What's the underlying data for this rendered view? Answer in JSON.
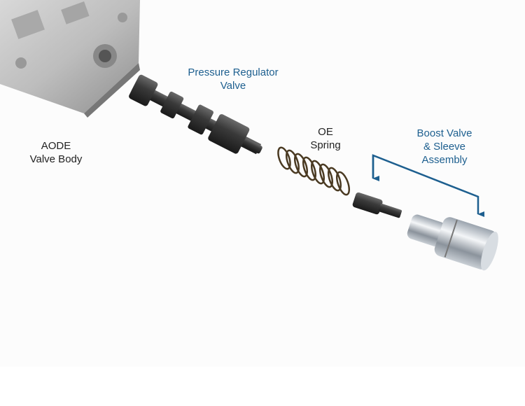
{
  "labels": {
    "valve_body": [
      "AODE",
      "Valve Body"
    ],
    "pressure_regulator": [
      "Pressure Regulator",
      "Valve"
    ],
    "spring": [
      "OE",
      "Spring"
    ],
    "boost_valve": [
      "Boost Valve",
      "& Sleeve",
      "Assembly"
    ]
  },
  "colors": {
    "callout_blue": "#1d5f8f",
    "label_black": "#222222"
  }
}
